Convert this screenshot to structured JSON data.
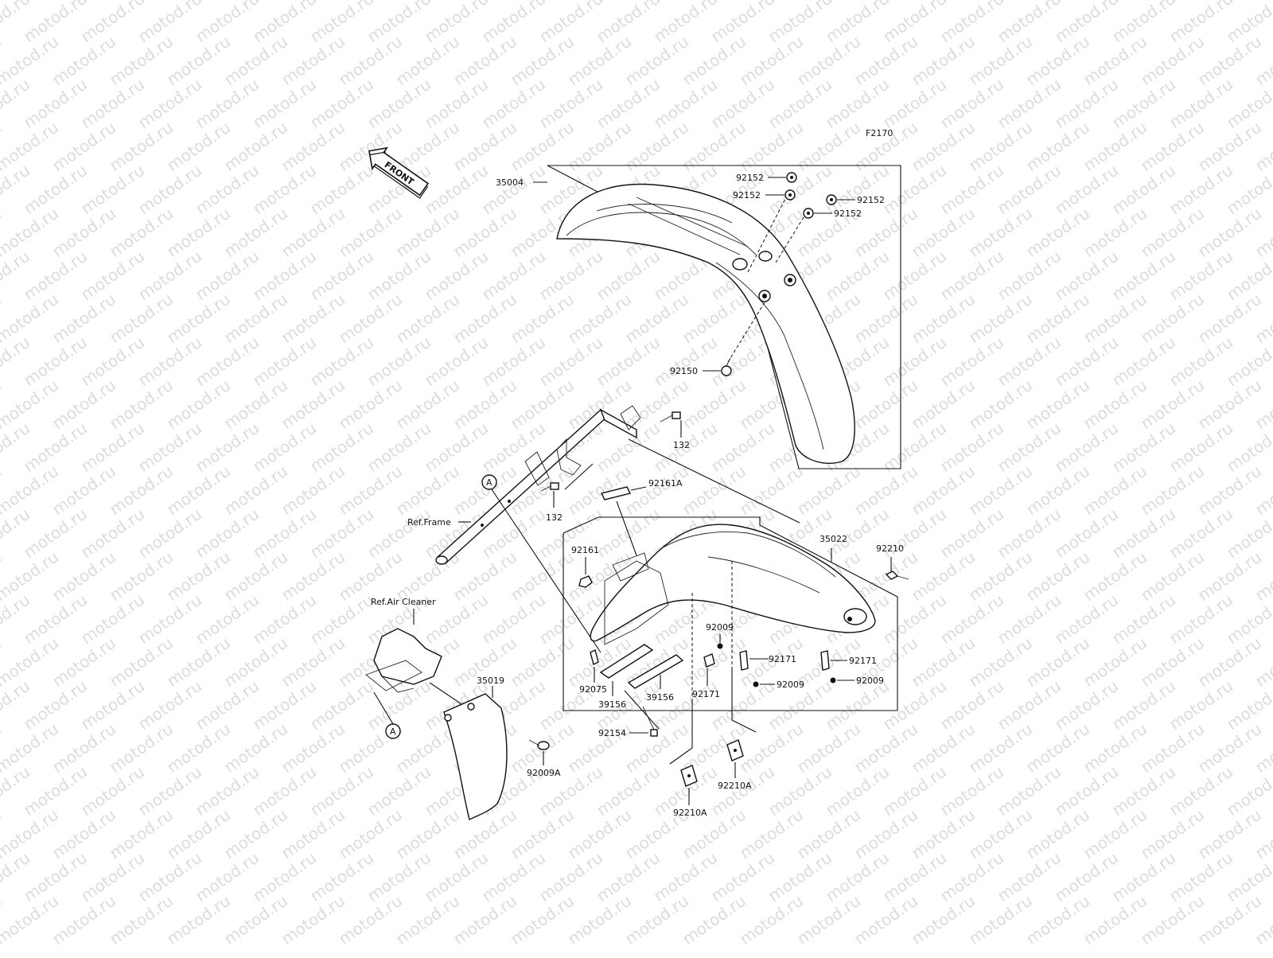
{
  "diagram": {
    "code": "F2170",
    "watermark_text": "motod.ru",
    "front_marker": "FRONT",
    "references": [
      "Ref.Frame",
      "Ref.Air Cleaner"
    ],
    "callout": "A",
    "part_labels": [
      "35004",
      "92152",
      "92152",
      "92152",
      "92152",
      "92150",
      "132",
      "132",
      "92161A",
      "35022",
      "92210",
      "92161",
      "92009",
      "92171",
      "92171",
      "92009",
      "92009",
      "92075",
      "39156",
      "39156",
      "92154",
      "92210A",
      "92210A",
      "35019",
      "92009A"
    ]
  }
}
